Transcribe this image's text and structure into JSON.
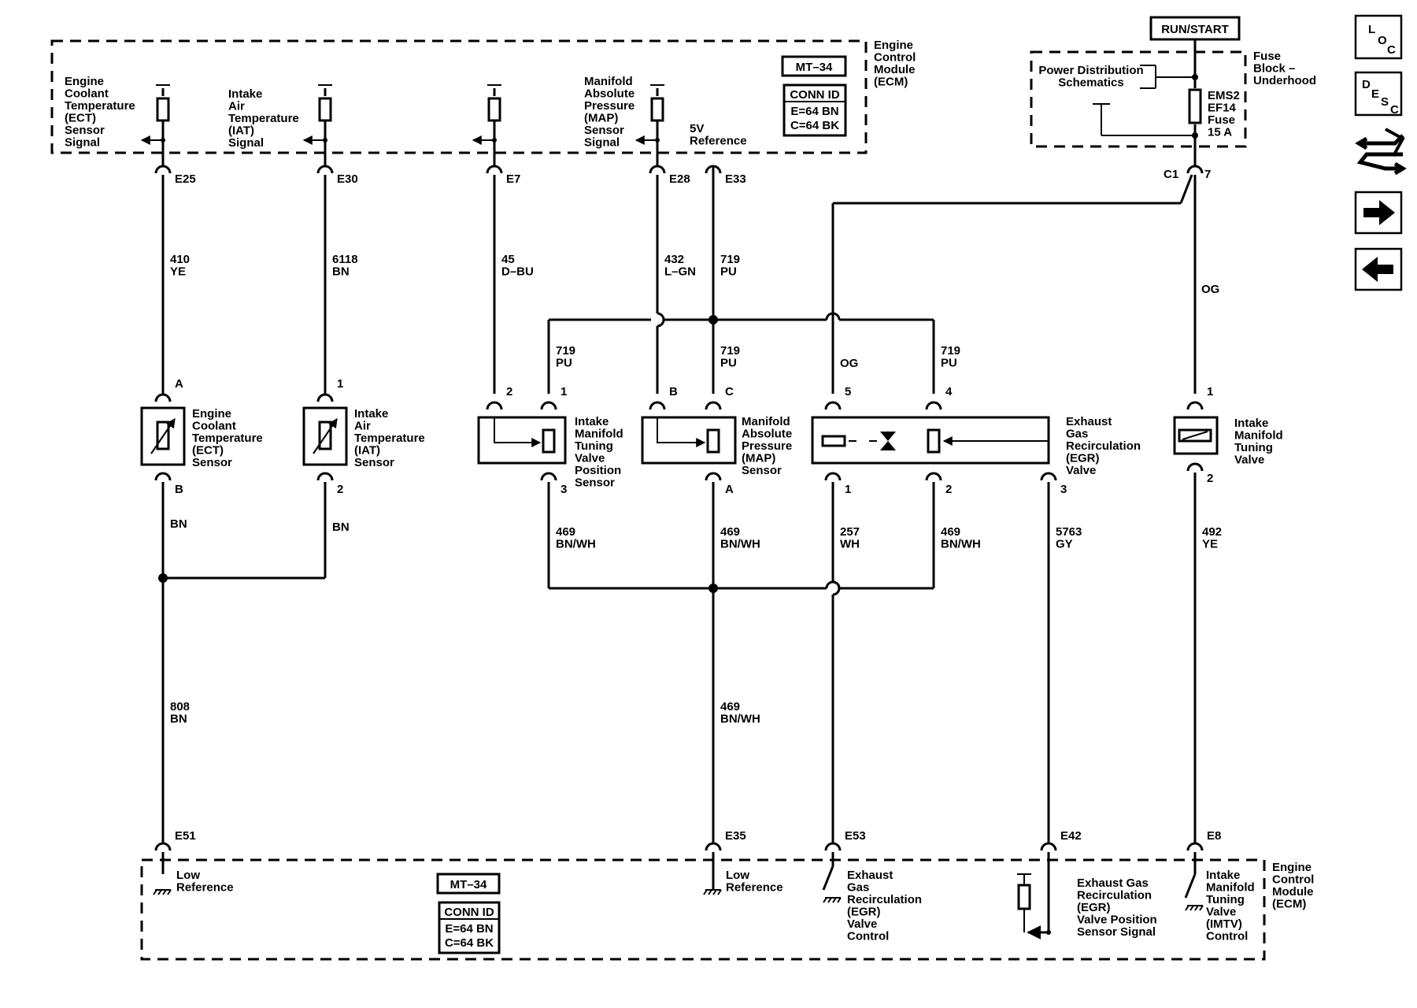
{
  "labels": {
    "run_start": "RUN/START",
    "fuse_block": [
      "Fuse",
      "Block –",
      "Underhood"
    ],
    "power_dist": [
      "Power Distribution",
      "Schematics"
    ],
    "fuse_name": [
      "EMS2",
      "EF14",
      "Fuse",
      "15 A"
    ],
    "ecm_top": [
      "Engine",
      "Control",
      "Module",
      "(ECM)"
    ],
    "ecm_bottom": [
      "Engine",
      "Control",
      "Module",
      "(ECM)"
    ],
    "mt_top": "MT–34",
    "mt_bottom": "MT–34",
    "conn_id_top": [
      "CONN ID",
      "E=64 BN",
      "C=64 BK"
    ],
    "conn_id_bottom": [
      "CONN ID",
      "E=64 BN",
      "C=64 BK"
    ],
    "sig_ect": [
      "Engine",
      "Coolant",
      "Temperature",
      "(ECT)",
      "Sensor",
      "Signal"
    ],
    "sig_iat": [
      "Intake",
      "Air",
      "Temperature",
      "(IAT)",
      "Signal"
    ],
    "sig_map": [
      "Manifold",
      "Absolute",
      "Pressure",
      "(MAP)",
      "Sensor",
      "Signal"
    ],
    "ref_5v": [
      "5V",
      "Reference"
    ],
    "low_ref_1": [
      "Low",
      "Reference"
    ],
    "low_ref_2": [
      "Low",
      "Reference"
    ],
    "egr_control": [
      "Exhaust",
      "Gas",
      "Recirculation",
      "(EGR)",
      "Valve",
      "Control"
    ],
    "egr_pos_signal": [
      "Exhaust Gas",
      "Recirculation",
      "(EGR)",
      "Valve Position",
      "Sensor Signal"
    ],
    "imtv_control": [
      "Intake",
      "Manifold",
      "Tuning",
      "Valve",
      "(IMTV)",
      "Control"
    ],
    "ect_sensor": [
      "Engine",
      "Coolant",
      "Temperature",
      "(ECT)",
      "Sensor"
    ],
    "iat_sensor": [
      "Intake",
      "Air",
      "Temperature",
      "(IAT)",
      "Sensor"
    ],
    "imt_pos_sensor": [
      "Intake",
      "Manifold",
      "Tuning",
      "Valve",
      "Position",
      "Sensor"
    ],
    "map_sensor": [
      "Manifold",
      "Absolute",
      "Pressure",
      "(MAP)",
      "Sensor"
    ],
    "egr_valve": [
      "Exhaust",
      "Gas",
      "Recirculation",
      "(EGR)",
      "Valve"
    ],
    "imt_valve": [
      "Intake",
      "Manifold",
      "Tuning",
      "Valve"
    ]
  },
  "connectors": {
    "E25": "E25",
    "E30": "E30",
    "E7": "E7",
    "E28": "E28",
    "E33": "E33",
    "C1": "C1",
    "c1_pin": "7",
    "E51": "E51",
    "E35": "E35",
    "E53": "E53",
    "E42": "E42",
    "E8": "E8"
  },
  "pins": {
    "ect_a": "A",
    "ect_b": "B",
    "iat_1": "1",
    "iat_2": "2",
    "imt_2": "2",
    "imt_1": "1",
    "imt_3": "3",
    "map_b": "B",
    "map_c": "C",
    "map_a": "A",
    "egr_5": "5",
    "egr_4": "4",
    "egr_1": "1",
    "egr_2": "2",
    "egr_3": "3",
    "imtv_1": "1",
    "imtv_2": "2"
  },
  "wires": {
    "w410": [
      "410",
      "YE"
    ],
    "w6118": [
      "6118",
      "BN"
    ],
    "w45": [
      "45",
      "D–BU"
    ],
    "w432": [
      "432",
      "L–GN"
    ],
    "w719a": [
      "719",
      "PU"
    ],
    "w719b": [
      "719",
      "PU"
    ],
    "w719c": [
      "719",
      "PU"
    ],
    "w719d": [
      "719",
      "PU"
    ],
    "og_a": "OG",
    "og_b": "OG",
    "bn_a": "BN",
    "bn_b": "BN",
    "w469a": [
      "469",
      "BN/WH"
    ],
    "w469b": [
      "469",
      "BN/WH"
    ],
    "w257": [
      "257",
      "WH"
    ],
    "w469c": [
      "469",
      "BN/WH"
    ],
    "w5763": [
      "5763",
      "GY"
    ],
    "w492": [
      "492",
      "YE"
    ],
    "w808": [
      "808",
      "BN"
    ],
    "w469d": [
      "469",
      "BN/WH"
    ]
  },
  "nav": {
    "loc": [
      "L",
      "O",
      "C"
    ],
    "desc": [
      "D",
      "E",
      "S",
      "C"
    ],
    "icons": [
      "connector-icon",
      "next-arrow-icon",
      "previous-arrow-icon"
    ]
  }
}
